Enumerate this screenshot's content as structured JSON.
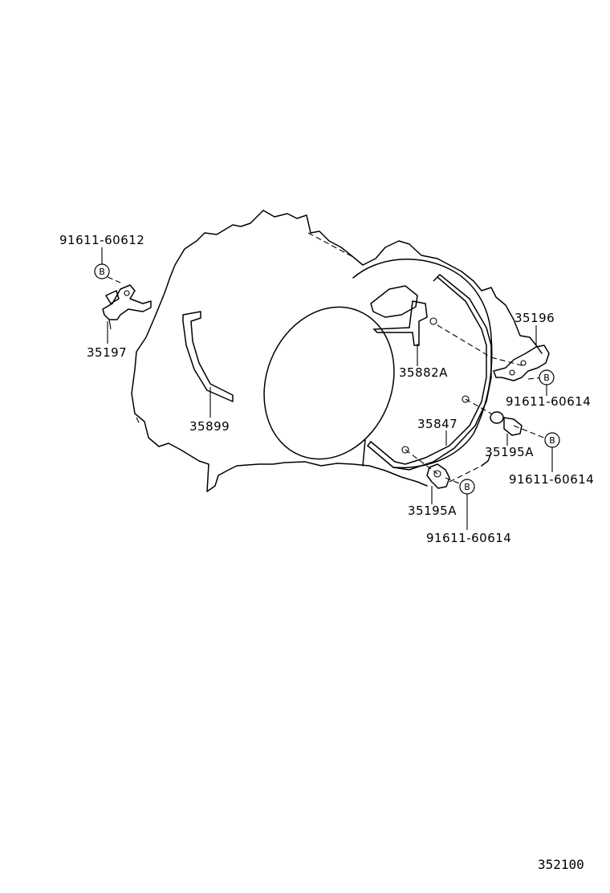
{
  "labels": {
    "bolt_main": "91611-60612",
    "bracket_left": "35197",
    "tube_left": "35899",
    "tube_center": "35882A",
    "clamp_upper": "35196",
    "bolt_upper": "91611-60614",
    "tube_right": "35847",
    "clamp_mid": "35195A",
    "bolt_mid": "91611-60614",
    "clamp_lower": "35195A",
    "bolt_lower": "91611-60614"
  },
  "markers": {
    "b1": "B",
    "b2": "B",
    "b3": "B",
    "b4": "B"
  },
  "ref_code": "352100"
}
